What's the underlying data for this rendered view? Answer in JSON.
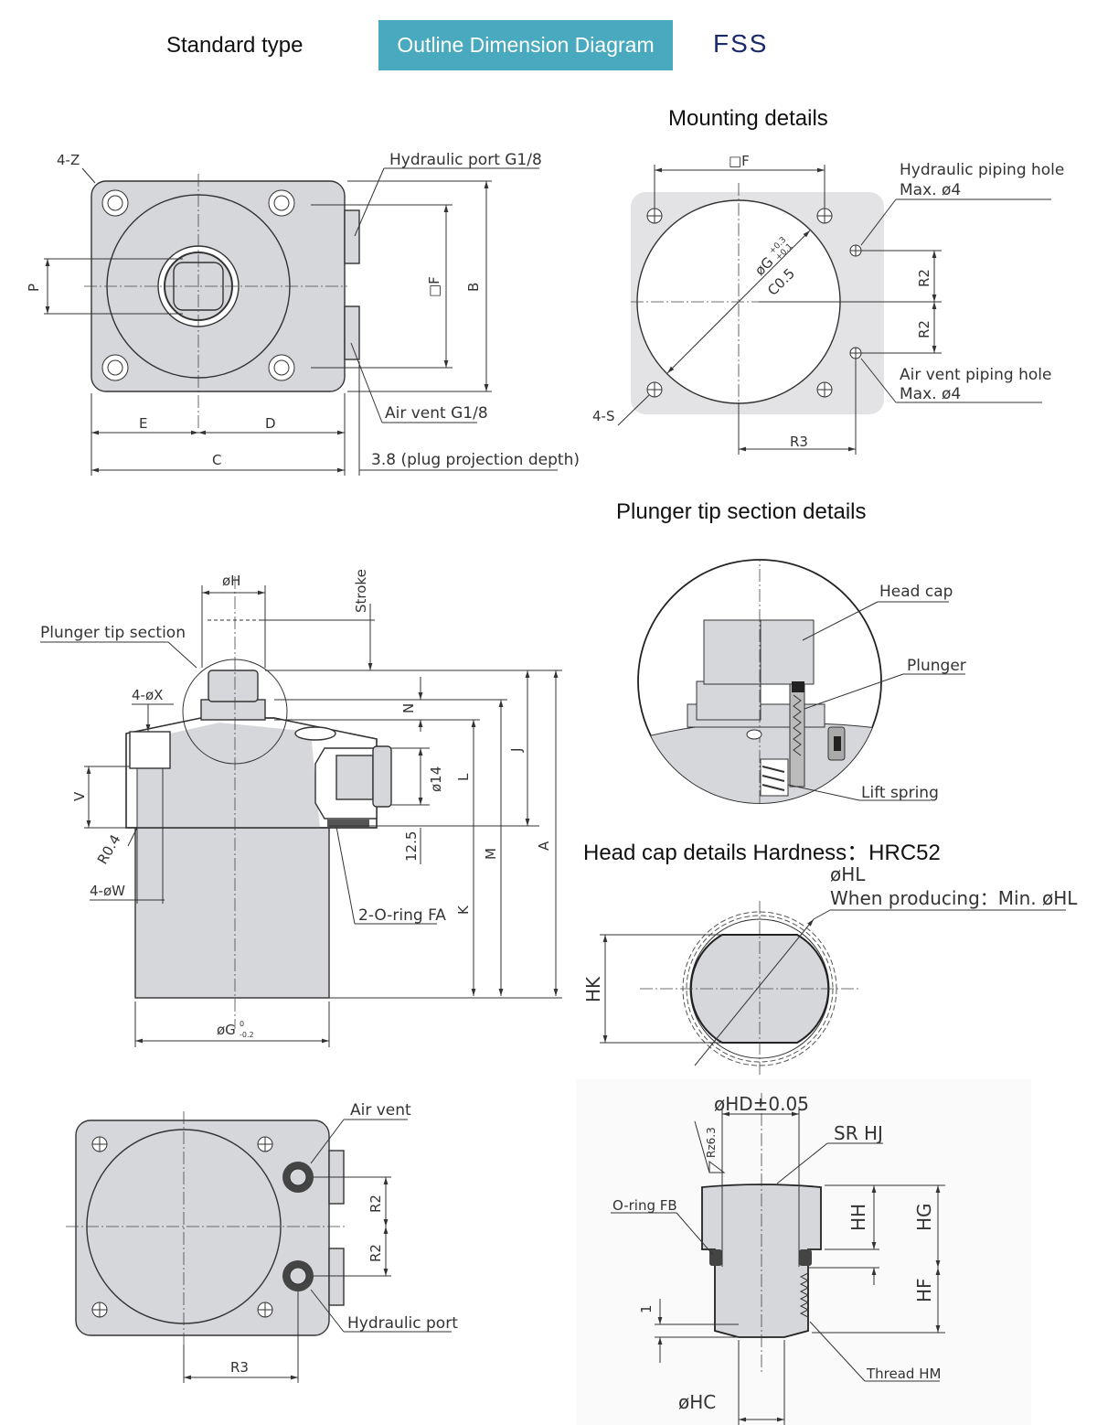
{
  "header": {
    "left": "Standard type",
    "tab": "Outline Dimension Diagram",
    "right": "FSS"
  },
  "sections": {
    "mounting": "Mounting details",
    "plunger": "Plunger tip section details",
    "headcap": "Head cap details Hardness：HRC52"
  },
  "top_view": {
    "z": "4-Z",
    "hyd_port": "Hydraulic port G1/8",
    "air_vent": "Air vent G1/8",
    "p": "P",
    "f": "□F",
    "b": "B",
    "e": "E",
    "d": "D",
    "c": "C",
    "plug": "3.8 (plug projection depth)"
  },
  "mounting": {
    "f": "□F",
    "hyd_hole_1": "Hydraulic piping hole",
    "hyd_hole_2": "Max. ø4",
    "air_hole_1": "Air vent piping hole",
    "air_hole_2": "Max. ø4",
    "g": "øG",
    "g_tol_top": "+0.3",
    "g_tol_bot": "+0.1",
    "c05": "C0.5",
    "r2a": "R2",
    "r2b": "R2",
    "s": "4-S",
    "r3": "R3"
  },
  "side_view": {
    "h": "øH",
    "stroke": "Stroke",
    "tip": "Plunger tip section",
    "x": "4-øX",
    "n": "N",
    "j": "J",
    "phi14": "ø14",
    "l": "L",
    "v": "V",
    "r04": "R0.4",
    "d125": "12.5",
    "m": "M",
    "a": "A",
    "k": "K",
    "w": "4-øW",
    "oring": "2-O-ring FA",
    "g": "øG",
    "g_tol_top": "0",
    "g_tol_bot": "-0.2"
  },
  "bottom_view": {
    "air_vent": "Air vent",
    "hyd_port": "Hydraulic port",
    "r2a": "R2",
    "r2b": "R2",
    "r3": "R3"
  },
  "plunger_detail": {
    "head_cap": "Head cap",
    "plunger": "Plunger",
    "lift_spring": "Lift spring"
  },
  "headcap_top": {
    "hl": "øHL",
    "producing": "When producing：Min. øHL",
    "hk": "HK"
  },
  "headcap_section": {
    "hd": "øHD±0.05",
    "rz": "Rz6.3",
    "srhj": "SR HJ",
    "oring": "O-ring FB",
    "hh": "HH",
    "hg": "HG",
    "hf": "HF",
    "one": "1",
    "hc": "øHC",
    "thread": "Thread HM"
  },
  "colors": {
    "tab_bg": "#48a9bf",
    "fss": "#1b2a6b",
    "body_fill": "#d6d7da"
  }
}
